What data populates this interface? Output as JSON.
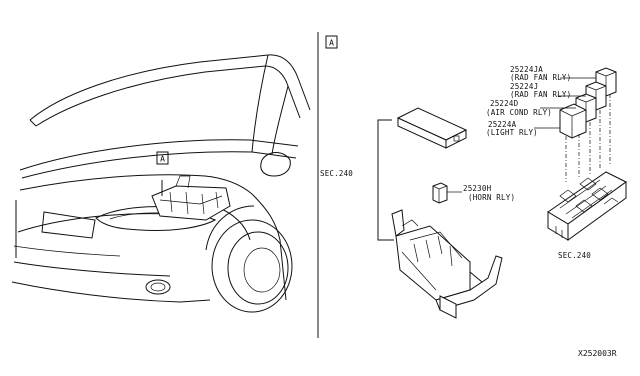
{
  "view_markers": {
    "left": "A",
    "right": "A"
  },
  "sections": {
    "left_bracket": "SEC.240",
    "fuse_block": "SEC.240"
  },
  "relays": [
    {
      "part_no": "25224JA",
      "desc": "(RAD FAN RLY)"
    },
    {
      "part_no": "25224J",
      "desc": "(RAD FAN RLY)"
    },
    {
      "part_no": "25224D",
      "desc": "(AIR COND RLY)"
    },
    {
      "part_no": "25224A",
      "desc": "(LIGHT RLY)"
    }
  ],
  "horn_relay": {
    "part_no": "25230H",
    "desc": "(HORN RLY)"
  },
  "diagram_id": "X252003R"
}
